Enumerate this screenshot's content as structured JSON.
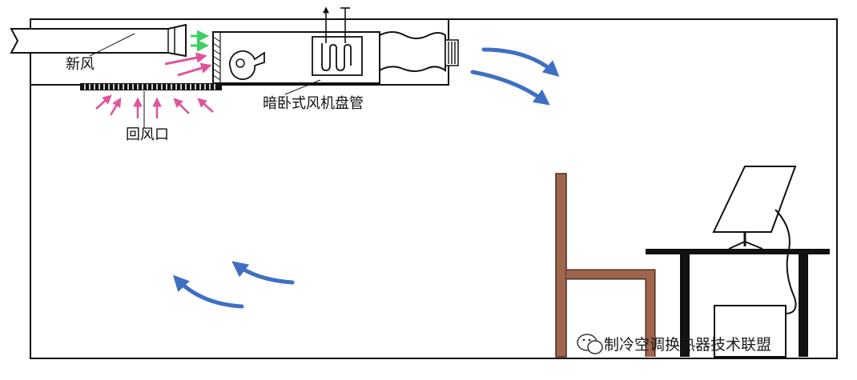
{
  "labels": {
    "fresh_air": "新风",
    "fan_coil": "暗卧式风机盘管",
    "return_air": "回风口"
  },
  "watermark": {
    "text": "制冷空调换热器技术联盟"
  },
  "colors": {
    "outline": "#111111",
    "fresh_air_arrow": "#3ecf62",
    "return_air_arrow": "#e0549c",
    "supply_air_arrow": "#3f6fc4",
    "chair": "#a0664d",
    "desk": "#111111"
  },
  "icons": {
    "fan": "blower-icon",
    "coil": "heat-exchanger-coil-icon",
    "monitor": "monitor-icon",
    "pc_case": "computer-case-icon",
    "watermark_logo": "wechat-logo-icon"
  }
}
